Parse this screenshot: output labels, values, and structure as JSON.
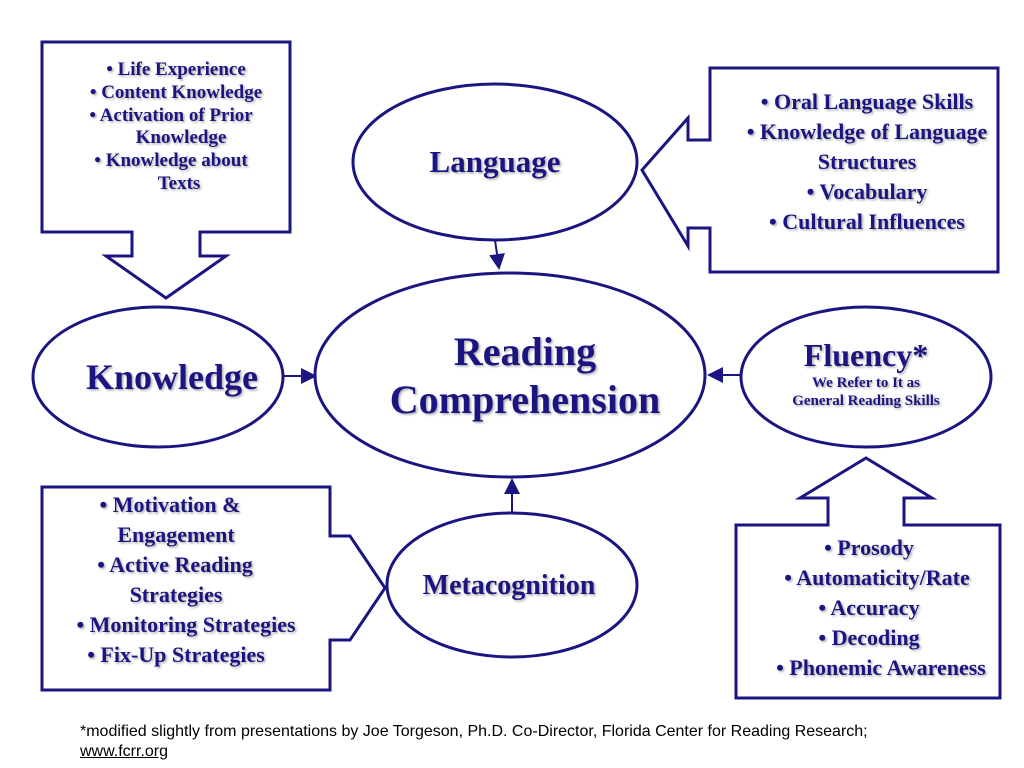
{
  "colors": {
    "stroke": "#1a1580",
    "text": "#1a1580",
    "background": "#ffffff"
  },
  "center": {
    "line1": "Reading",
    "line2": "Comprehension"
  },
  "language": {
    "title": "Language"
  },
  "knowledge": {
    "title": "Knowledge"
  },
  "metacognition": {
    "title": "Metacognition"
  },
  "fluency": {
    "title": "Fluency*",
    "sub1": "We Refer to It as",
    "sub2": "General Reading Skills"
  },
  "knowledge_box": {
    "items": [
      "• Life Experience",
      "• Content Knowledge",
      "• Activation of Prior",
      "Knowledge",
      "• Knowledge about",
      "Texts"
    ]
  },
  "language_box": {
    "items": [
      "• Oral Language Skills",
      "• Knowledge of Language",
      "Structures",
      "• Vocabulary",
      "• Cultural Influences"
    ]
  },
  "metacognition_box": {
    "items": [
      "• Motivation &",
      "Engagement",
      "• Active Reading",
      "Strategies",
      "• Monitoring Strategies",
      "• Fix-Up Strategies"
    ]
  },
  "fluency_box": {
    "items": [
      "• Prosody",
      "• Automaticity/Rate",
      "• Accuracy",
      "• Decoding",
      "• Phonemic Awareness"
    ]
  },
  "footnote": {
    "text": "*modified slightly from presentations by Joe Torgeson, Ph.D. Co-Director, Florida Center for Reading Research;",
    "link": "www.fcrr.org"
  }
}
